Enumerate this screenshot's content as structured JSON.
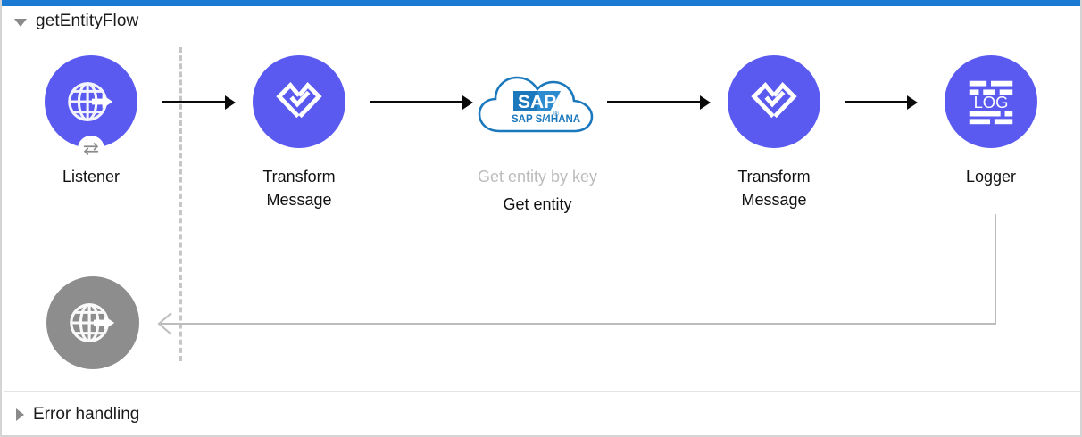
{
  "window": {
    "accent_color": "#1a7ad4",
    "background": "#ffffff"
  },
  "flow": {
    "title": "getEntityFlow",
    "expanded": true,
    "toggle_icon": "triangle-down-icon"
  },
  "error_section": {
    "title": "Error handling",
    "expanded": false,
    "toggle_icon": "triangle-right-icon"
  },
  "palette": {
    "node_blue": "#5a5af0",
    "node_gray": "#8d8d8d",
    "arrow_black": "#0a0a0a",
    "return_gray": "#bdbdbd",
    "sap_blue": "#1b78bd",
    "muted_text": "#bcbcbc"
  },
  "nodes": [
    {
      "id": "listener",
      "type": "http-listener",
      "icon": "globe-arrow-icon",
      "badge_icon": "exchange-arrows-icon",
      "label": "Listener",
      "sublabel": "",
      "color": "#5a5af0"
    },
    {
      "id": "transform-1",
      "type": "transform-message",
      "icon": "dataweave-icon",
      "label": "Transform\nMessage",
      "sublabel": "",
      "color": "#5a5af0"
    },
    {
      "id": "sap-get-entity",
      "type": "sap-s4hana-connector",
      "icon": "sap-s4hana-cloud-icon",
      "icon_text_primary": "SAP",
      "icon_text_secondary": "SAP  S/4HANA",
      "label": "Get entity",
      "sublabel": "Get entity by key",
      "color": "#1b78bd"
    },
    {
      "id": "transform-2",
      "type": "transform-message",
      "icon": "dataweave-icon",
      "label": "Transform\nMessage",
      "sublabel": "",
      "color": "#5a5af0"
    },
    {
      "id": "logger",
      "type": "logger",
      "icon": "log-lines-icon",
      "icon_text": "LOG",
      "label": "Logger",
      "sublabel": "",
      "color": "#5a5af0"
    },
    {
      "id": "response",
      "type": "http-response",
      "icon": "globe-arrow-icon",
      "label": "",
      "sublabel": "",
      "color": "#8d8d8d"
    }
  ],
  "connectors": [
    {
      "from": "listener",
      "to": "transform-1",
      "style": "solid-arrow"
    },
    {
      "from": "transform-1",
      "to": "sap-get-entity",
      "style": "solid-arrow"
    },
    {
      "from": "sap-get-entity",
      "to": "transform-2",
      "style": "solid-arrow"
    },
    {
      "from": "transform-2",
      "to": "logger",
      "style": "solid-arrow"
    },
    {
      "from": "logger",
      "to": "response",
      "style": "return-path"
    }
  ]
}
